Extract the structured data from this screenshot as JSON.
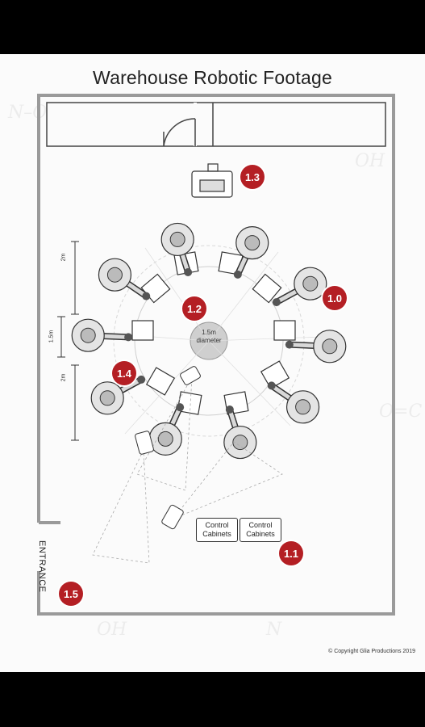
{
  "title": "Warehouse Robotic Footage",
  "center_label": "1.5m diameter",
  "cabinets": [
    "Control Cabinets",
    "Control Cabinets"
  ],
  "entrance_label": "ENTRANCE",
  "dimensions": [
    "2m",
    "1.5m",
    "2m"
  ],
  "markers": [
    "1.3",
    "1.0",
    "1.2",
    "1.4",
    "1.1",
    "1.5"
  ],
  "copyright": "© Copyright Glia Productions 2019",
  "colors": {
    "marker": "#b41f24",
    "wall": "#999999"
  },
  "robot_count": 10,
  "icons": {
    "robot": "robot-arm-icon",
    "camera": "camera-icon",
    "door": "door-icon"
  }
}
